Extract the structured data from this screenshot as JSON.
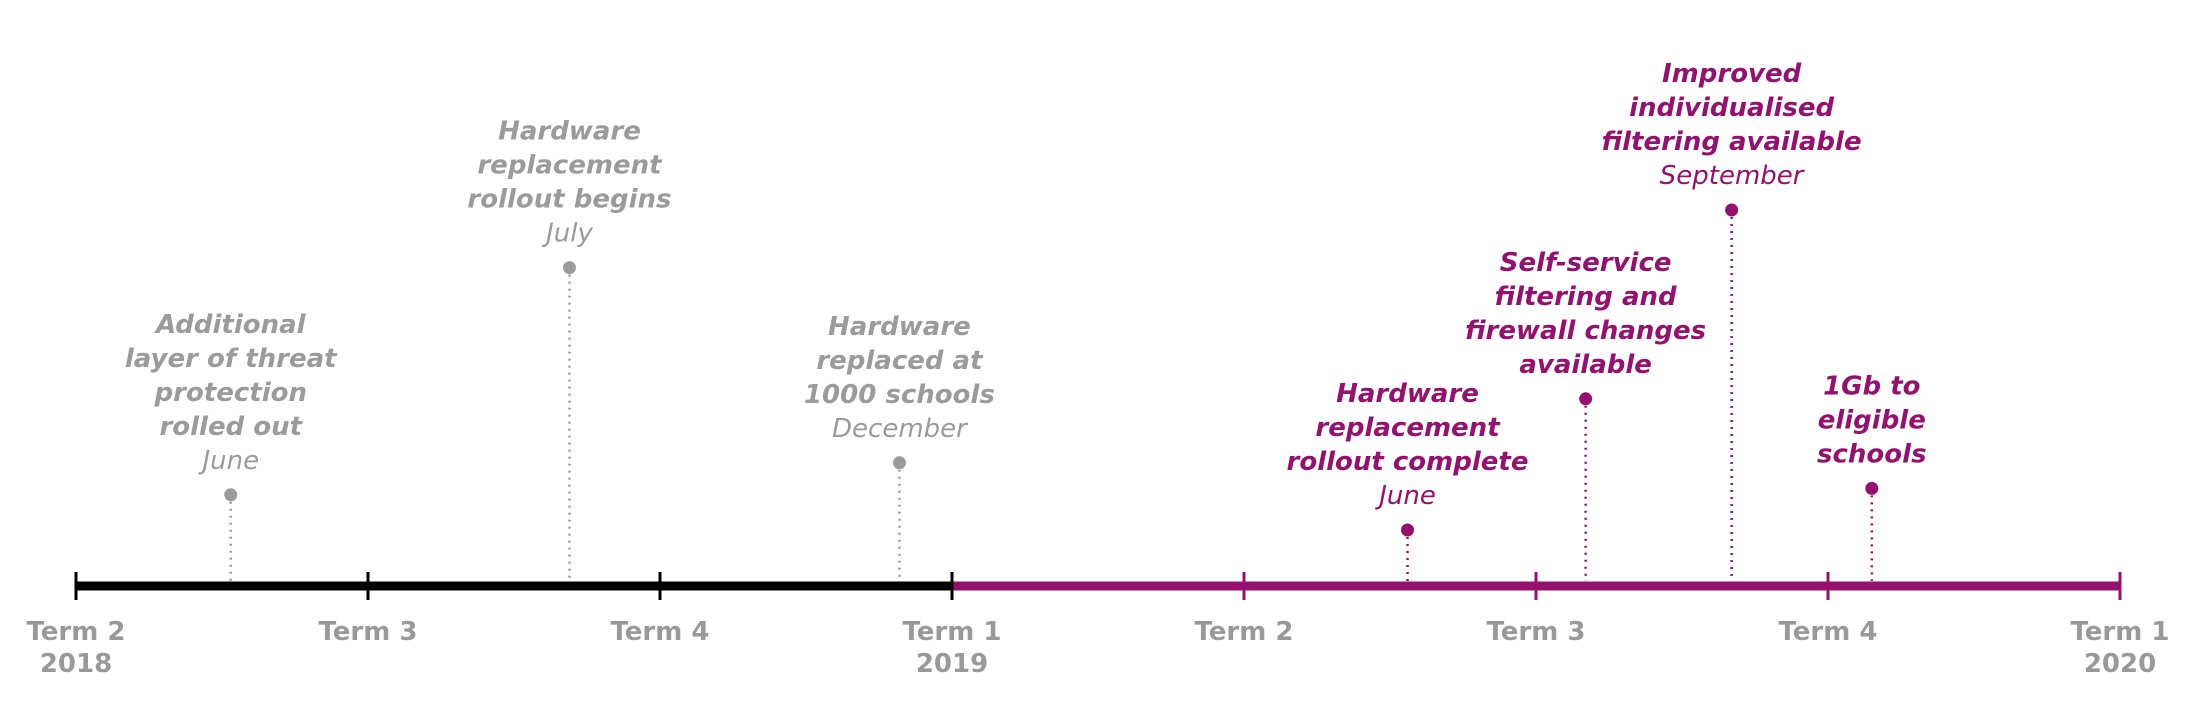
{
  "colors": {
    "past": "#000000",
    "future": "#96116f",
    "past_event": "#9b9b9b",
    "tick_label": "#999999"
  },
  "axis": {
    "ticks": [
      {
        "term": "Term 2",
        "year": "2018"
      },
      {
        "term": "Term 3",
        "year": ""
      },
      {
        "term": "Term 4",
        "year": ""
      },
      {
        "term": "Term 1",
        "year": "2019"
      },
      {
        "term": "Term 2",
        "year": ""
      },
      {
        "term": "Term 3",
        "year": ""
      },
      {
        "term": "Term 4",
        "year": ""
      },
      {
        "term": "Term 1",
        "year": "2020"
      }
    ],
    "past_until_tick": 3
  },
  "events": [
    {
      "title": [
        "Additional",
        "layer of threat",
        "protection",
        "rolled out"
      ],
      "date": "June",
      "position": 0.53,
      "level": 0.11,
      "status": "past"
    },
    {
      "title": [
        "Hardware",
        "replacement",
        "rollout begins"
      ],
      "date": "July",
      "position": 1.69,
      "level": 0.82,
      "status": "past"
    },
    {
      "title": [
        "Hardware",
        "replaced at",
        "1000 schools"
      ],
      "date": "December",
      "position": 2.82,
      "level": 0.21,
      "status": "past"
    },
    {
      "title": [
        "Hardware",
        "replacement",
        "rollout complete"
      ],
      "date": "June",
      "position": 4.56,
      "level": 0.0,
      "status": "future"
    },
    {
      "title": [
        "Self-service",
        "filtering and",
        "firewall changes",
        "available"
      ],
      "date": "",
      "position": 5.17,
      "level": 0.41,
      "status": "future"
    },
    {
      "title": [
        "Improved",
        "individualised",
        "filtering available"
      ],
      "date": "September",
      "position": 5.67,
      "level": 1.0,
      "status": "future"
    },
    {
      "title": [
        "1Gb to",
        "eligible",
        "schools"
      ],
      "date": "",
      "position": 6.15,
      "level": 0.13,
      "status": "future"
    }
  ]
}
